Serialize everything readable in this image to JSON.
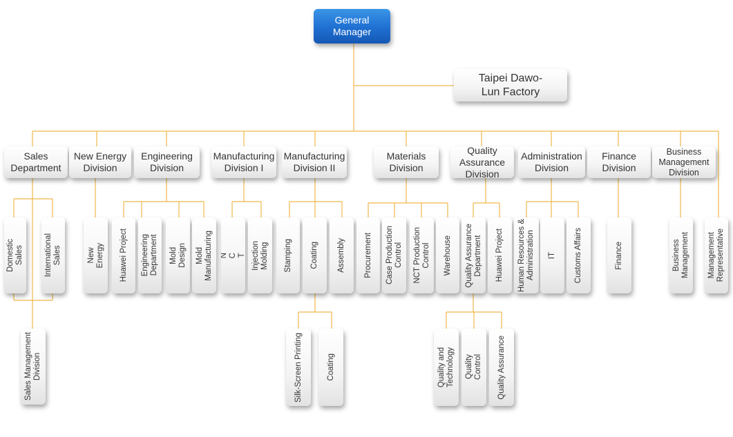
{
  "colors": {
    "connector": "#f0b84a",
    "top_box": "#1f6fd2"
  },
  "nodes": {
    "general_manager": "General\nManager",
    "taipei_factory": "Taipei Dawo-\nLun Factory",
    "sales_department": "Sales\nDepartment",
    "new_energy_division": "New Energy\nDivision",
    "engineering_division": "Engineering\nDivision",
    "manufacturing_division_1": "Manufacturing\nDivision I",
    "manufacturing_division_2": "Manufacturing\nDivision II",
    "materials_division": "Materials\nDivision",
    "quality_assurance_division": "Quality\nAssurance\nDivision",
    "administration_division": "Administration\nDivision",
    "finance_division": "Finance\nDivision",
    "business_management_division": "Business\nManagement\nDivision",
    "domestic_sales": "Domestic\nSales",
    "international_sales": "International\nSales",
    "sales_management_division": "Sales Management\nDivision",
    "new_energy": "New\nEnergy",
    "huawei_project_eng": "Huawei Project",
    "engineering_department": "Engineering\nDepartment",
    "mold_design": "Mold\nDesign",
    "mold_manufacturing": "Mold\nManufacturing",
    "nct": "N\nC\nT",
    "injection_molding": "Injection\nMolding",
    "stamping": "Stamping",
    "coating": "Coating",
    "assembly": "Assembly",
    "silk_screen_printing": "Silk-Screen Printing",
    "coating_sub": "Coating",
    "procurement": "Procurement",
    "case_production_control": "Case Production\nControl",
    "nct_production_control": "NCT Production\nControl",
    "warehouse": "Warehouse",
    "qa_department": "Quality Assurance\nDepartment",
    "huawei_project_qa": "Huawei Project",
    "quality_and_technology": "Quality and\nTechnology",
    "quality_control": "Quality\nControl",
    "quality_assurance": "Quality Assurance",
    "hr_administration": "Human Resources &\nAdministration",
    "it": "IT",
    "customs_affairs": "Customs Affairs",
    "finance": "Finance",
    "business_management": "Business\nManagement",
    "management_representative": "Management\nRepresentative"
  }
}
